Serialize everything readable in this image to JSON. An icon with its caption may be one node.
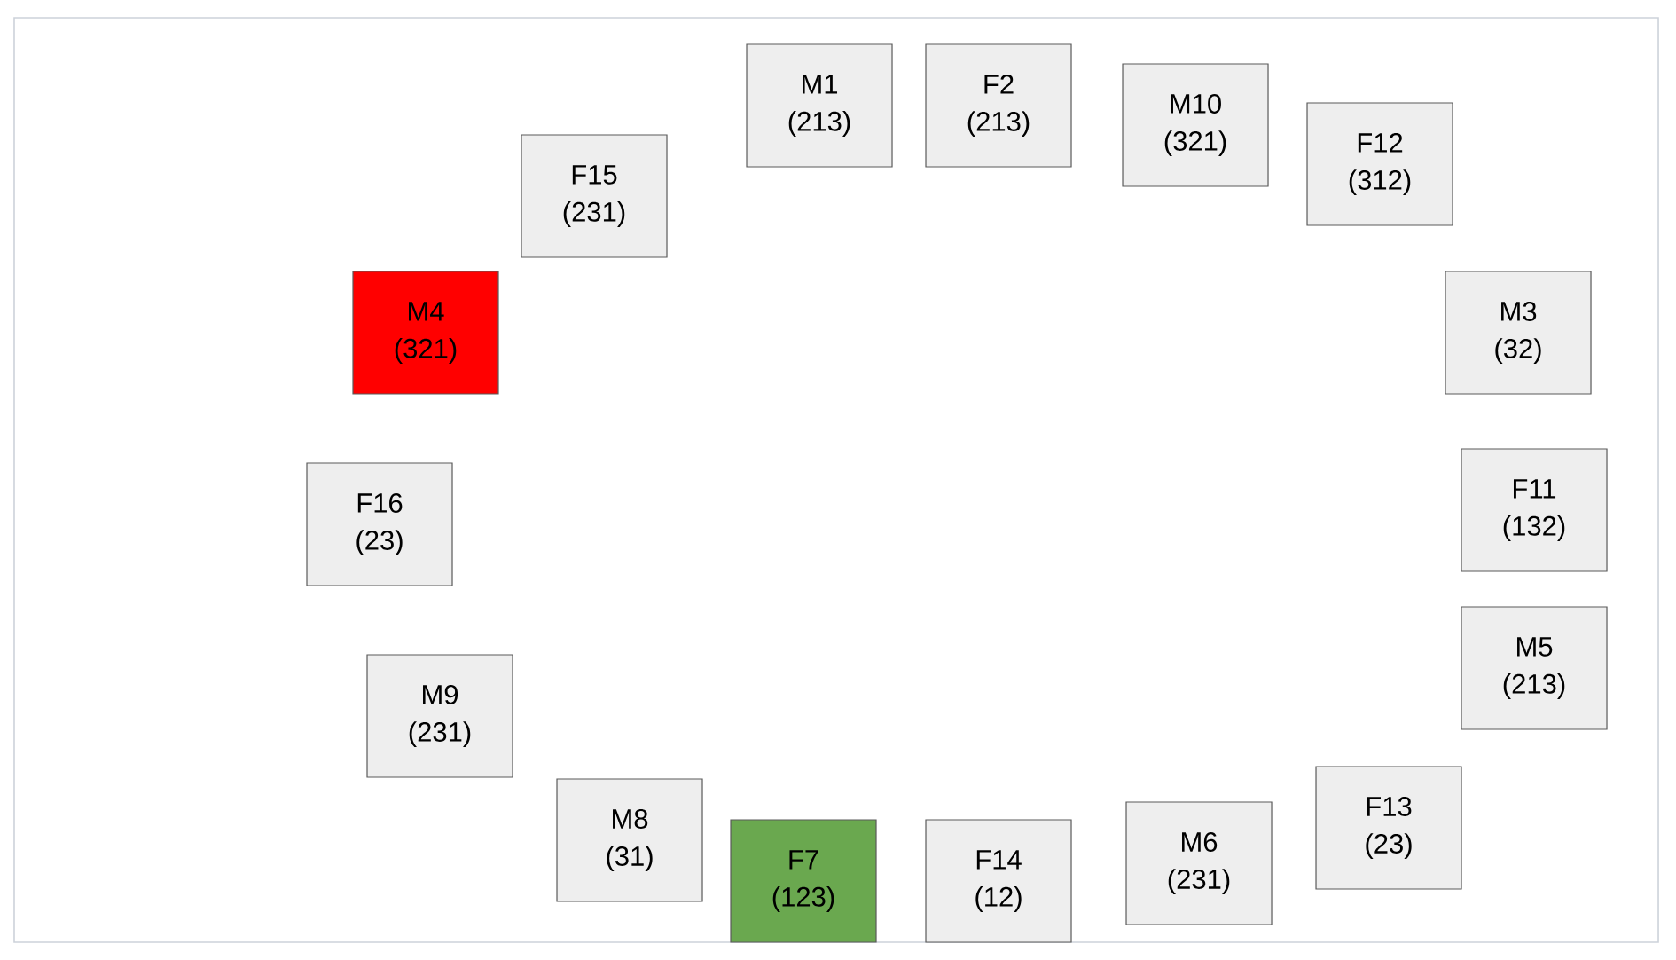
{
  "diagram": {
    "nodes": [
      {
        "text": [
          "M1",
          "(213)"
        ]
      },
      {
        "text": [
          "F2",
          "(213)"
        ]
      },
      {
        "text": [
          "M10",
          "(321)"
        ]
      },
      {
        "text": [
          "F12",
          "(312)"
        ]
      },
      {
        "text": [
          "M3",
          "(32)"
        ]
      },
      {
        "text": [
          "F11",
          "(132)"
        ]
      },
      {
        "text": [
          "M5",
          "(213)"
        ]
      },
      {
        "text": [
          "F13",
          "(23)"
        ]
      },
      {
        "text": [
          "M6",
          "(231)"
        ]
      },
      {
        "text": [
          "F14",
          "(12)"
        ]
      },
      {
        "text": [
          "F7",
          "(123)"
        ]
      },
      {
        "text": [
          "M8",
          "(31)"
        ]
      },
      {
        "text": [
          "M9",
          "(231)"
        ]
      },
      {
        "text": [
          "F16",
          "(23)"
        ]
      },
      {
        "text": [
          "M4",
          "(321)"
        ]
      },
      {
        "text": [
          "F15",
          "(231)"
        ]
      }
    ]
  }
}
